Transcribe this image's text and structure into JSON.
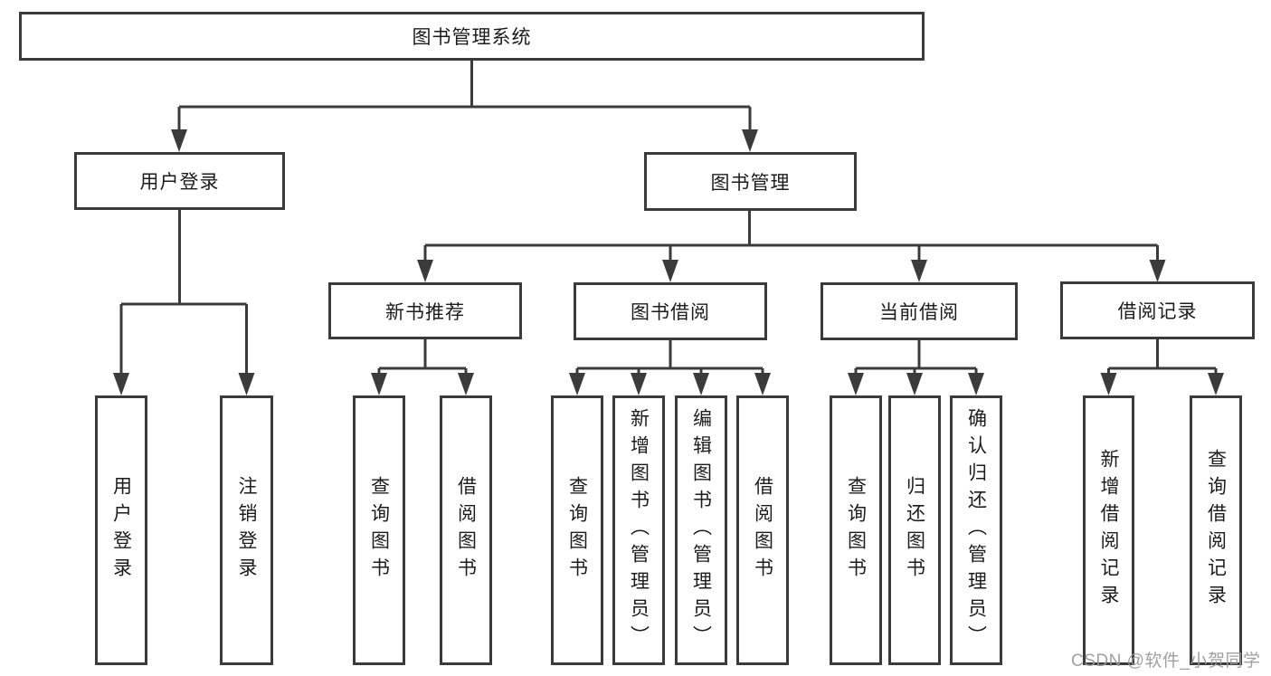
{
  "diagram": {
    "root": {
      "label": "图书管理系统"
    },
    "level2": {
      "user_login": {
        "label": "用户登录"
      },
      "book_management": {
        "label": "图书管理"
      }
    },
    "level3": {
      "new_book_recommend": {
        "label": "新书推荐"
      },
      "book_borrow": {
        "label": "图书借阅"
      },
      "current_borrow": {
        "label": "当前借阅"
      },
      "borrow_record": {
        "label": "借阅记录"
      }
    },
    "leaves": {
      "user_login": [
        "用户登录",
        "注销登录"
      ],
      "new_book_recommend": [
        "查询图书",
        "借阅图书"
      ],
      "book_borrow": [
        "查询图书",
        "新增图书（管理员）",
        "编辑图书（管理员）",
        "借阅图书"
      ],
      "current_borrow": [
        "查询图书",
        "归还图书",
        "确认归还（管理员）"
      ],
      "borrow_record": [
        "新增借阅记录",
        "查询借阅记录"
      ]
    }
  },
  "watermark": {
    "text": "CSDN @软件_小贺同学"
  },
  "colors": {
    "line": "#3b3b3b",
    "text": "#1c1c1c",
    "background": "#ffffff",
    "watermark": "#999999"
  }
}
